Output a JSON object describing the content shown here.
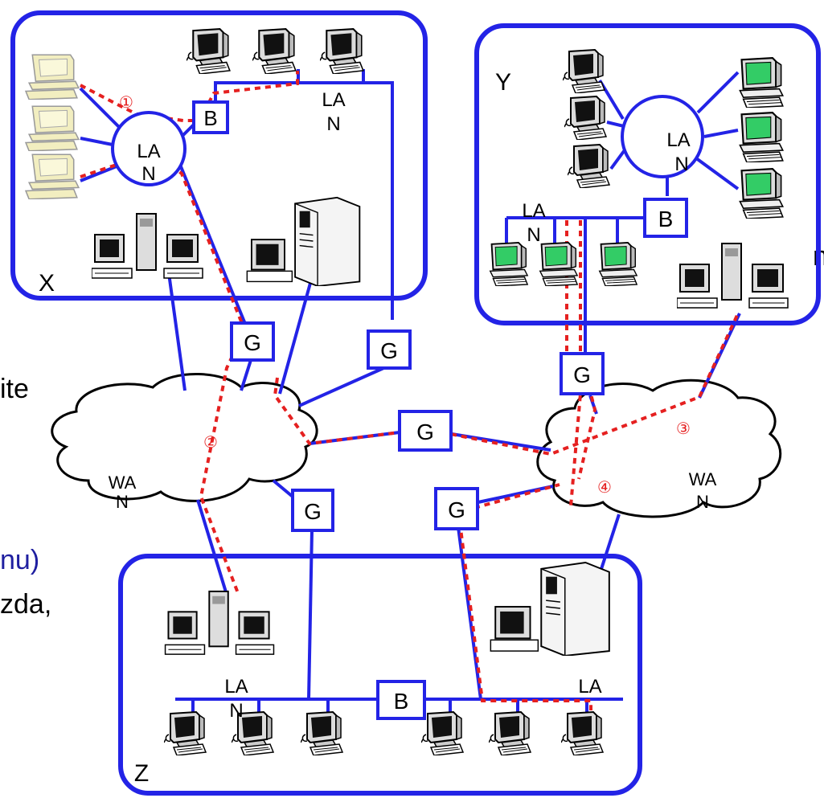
{
  "sites": {
    "x_label": "X",
    "y_label": "Y",
    "z_label": "Z"
  },
  "lan": {
    "line1": "LA",
    "line2": "N"
  },
  "wan": {
    "line1": "WA",
    "line2": "N"
  },
  "device_labels": {
    "bridge": "B",
    "gateway": "G"
  },
  "path_markers": {
    "p1": "①",
    "p2": "②",
    "p3": "③",
    "p4": "④"
  },
  "cropped_side_text": {
    "t1": "n",
    "t2": "ite",
    "t3": "nu)",
    "t4": "zda,"
  },
  "colors": {
    "frame": "#2323e6",
    "link": "#2323e6",
    "path": "#e52020",
    "side_text_blue": "#1f1fa0",
    "monitor_green": "#33cc66",
    "monitor_beige": "#f2eec0"
  }
}
